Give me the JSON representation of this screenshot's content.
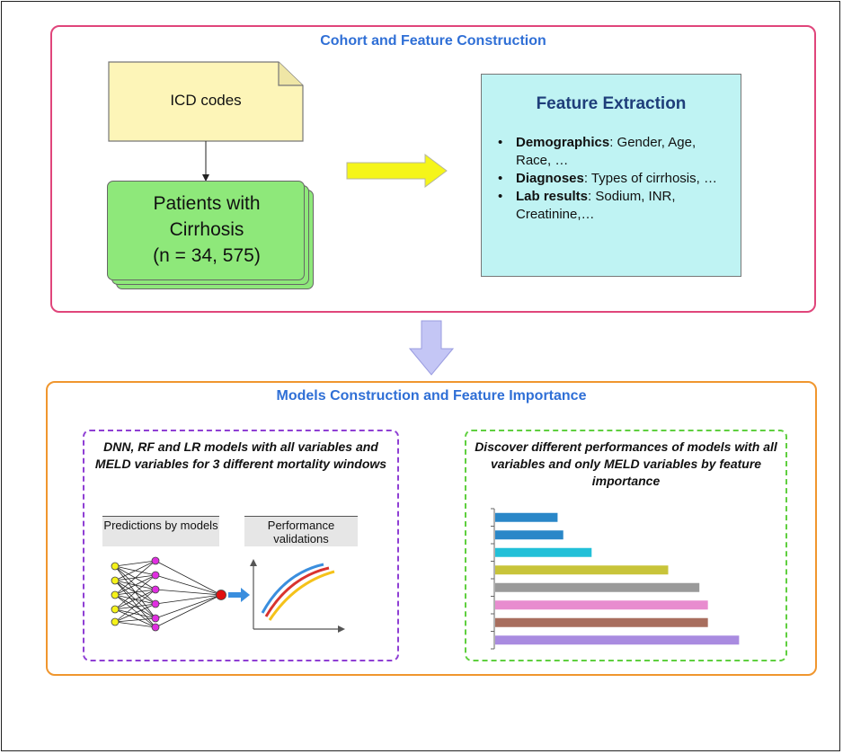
{
  "cohort": {
    "title": "Cohort and Feature Construction",
    "icd_label": "ICD codes",
    "patients_line1": "Patients with",
    "patients_line2": "Cirrhosis",
    "patients_line3": "(n = 34, 575)",
    "feature_title": "Feature Extraction",
    "features": [
      {
        "name": "Demographics",
        "detail": ": Gender, Age, Race, …"
      },
      {
        "name": "Diagnoses",
        "detail": ": Types of cirrhosis, …"
      },
      {
        "name": "Lab results",
        "detail": ": Sodium, INR, Creatinine,…"
      }
    ]
  },
  "models": {
    "title": "Models Construction and Feature Importance",
    "left_caption": "DNN, RF and LR models with all variables and MELD variables for 3 different mortality windows",
    "predictions_label": "Predictions by models",
    "performance_label": "Performance validations",
    "right_caption": "Discover different performances of models with all variables and only MELD variables by feature importance"
  },
  "colors": {
    "cohort_border": "#e0457b",
    "models_border": "#f0962e",
    "title_blue": "#2f6fd6",
    "feature_box": "#bff3f3",
    "icd_box": "#fdf5b8",
    "patients_box": "#8ee87a",
    "yellow_arrow": "#f5f51a",
    "lavender_arrow": "#c4c6f5",
    "dnn_border": "#8f3fd4",
    "fi_border": "#5fcf3f"
  },
  "chart_data": {
    "type": "bar",
    "orientation": "horizontal",
    "categories": [
      "",
      "",
      "",
      "",
      "",
      "",
      "",
      ""
    ],
    "values": [
      2.2,
      2.4,
      3.4,
      6.1,
      7.2,
      7.5,
      7.5,
      8.6
    ],
    "colors": [
      "#2a87c8",
      "#2a87c8",
      "#22c0d8",
      "#c8c43a",
      "#9a9a9a",
      "#e88ccf",
      "#a86e5e",
      "#a98be0"
    ],
    "xlim": [
      0,
      9
    ],
    "grid": false,
    "title": "",
    "xlabel": "",
    "ylabel": ""
  }
}
